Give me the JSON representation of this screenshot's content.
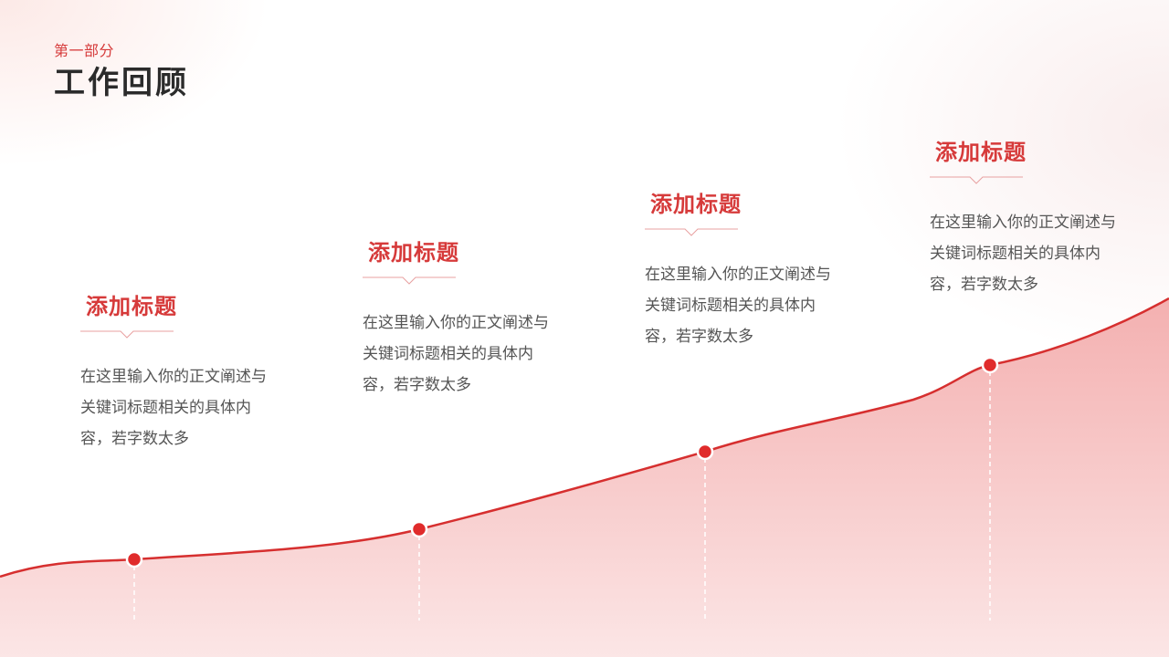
{
  "header": {
    "section_label": "第一部分",
    "title": "工作回顾"
  },
  "accent_color": "#d63a3a",
  "milestones": [
    {
      "title": "添加标题",
      "body": "在这里输入你的正文阐述与关键词标题相关的具体内容，若字数太多"
    },
    {
      "title": "添加标题",
      "body": "在这里输入你的正文阐述与关键词标题相关的具体内容，若字数太多"
    },
    {
      "title": "添加标题",
      "body": "在这里输入你的正文阐述与关键词标题相关的具体内容，若字数太多"
    },
    {
      "title": "添加标题",
      "body": "在这里输入你的正文阐述与关键词标题相关的具体内容，若字数太多"
    }
  ]
}
